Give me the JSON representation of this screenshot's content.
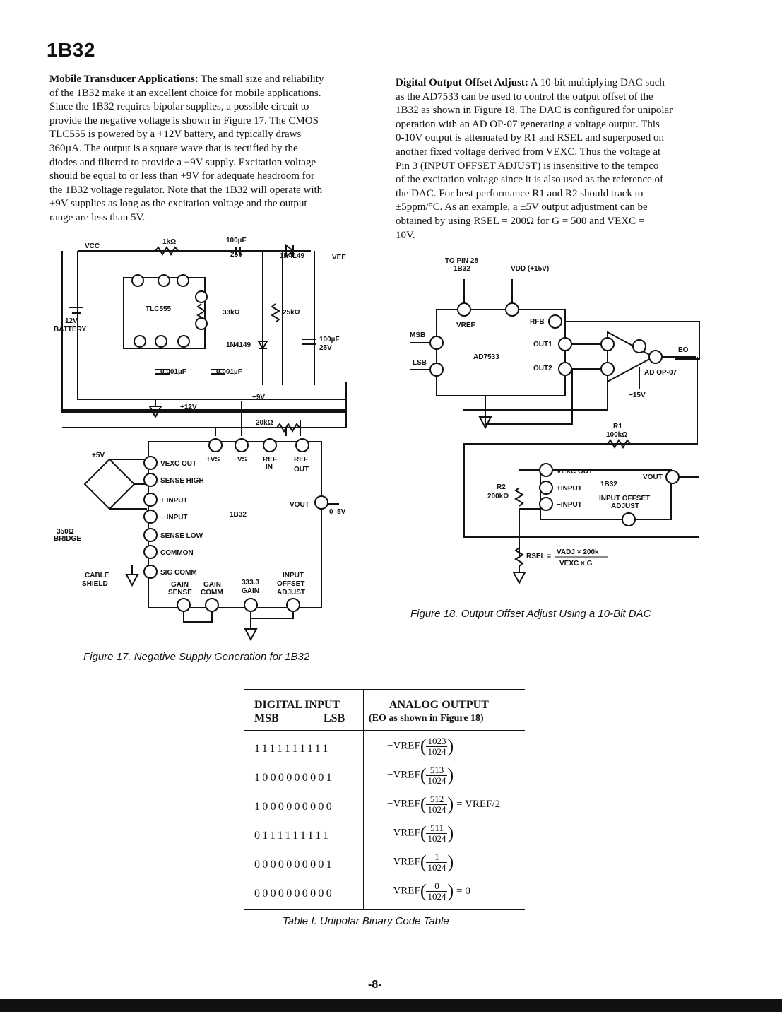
{
  "header": {
    "part_number": "1B32"
  },
  "left_column": {
    "heading": "Mobile Transducer Applications:",
    "lines": [
      " The small size and reliability",
      "of the 1B32 make it an excellent choice for mobile applications.",
      "Since the 1B32 requires bipolar supplies, a possible circuit to",
      "provide the negative voltage is shown in Figure 17. The CMOS",
      "TLC555 is powered by a +12V battery, and typically draws",
      "360µA. The output is a square wave that is rectified by the",
      "diodes and filtered to provide a −9V supply. Excitation voltage",
      "should be equal to or less than +9V for adequate headroom for",
      "the 1B32 voltage regulator. Note that the 1B32 will operate with",
      "±9V supplies as long as the excitation voltage and the output",
      "range are less than 5V."
    ]
  },
  "right_column": {
    "heading": "Digital Output Offset Adjust:",
    "lines": [
      " A 10-bit multiplying DAC such",
      "as the AD7533 can be used to control the output offset of the",
      "1B32 as shown in Figure 18. The DAC is configured for unipolar",
      "operation with an AD OP-07 generating a voltage output. This",
      "0-10V output is attenuated by R1 and RSEL and superposed on",
      "another fixed voltage derived from VEXC. Thus the voltage at",
      "Pin 3 (INPUT OFFSET ADJUST) is insensitive to the tempco",
      "of the excitation voltage since it is also used as the reference of",
      "the DAC. For best performance R1 and R2 should track to",
      "±5ppm/°C. As an example, a ±5V output adjustment can be",
      "obtained by using RSEL = 200Ω for G = 500 and VEXC =",
      "10V."
    ]
  },
  "figure17": {
    "caption": "Figure 17. Negative Supply Generation for 1B32",
    "labels": {
      "vcc": "VCC",
      "r1k": "1kΩ",
      "cap100": "100µF",
      "cap100v": "25V",
      "diode1": "1N4149",
      "vee": "VEE",
      "tlc": "TLC555",
      "r33k": "33kΩ",
      "r25k": "25kΩ",
      "battery": "12V",
      "battery2": "BATTERY",
      "diode2": "1N4149",
      "cap100b": "100µF",
      "cap100bv": "25V",
      "c001a": "0.001µF",
      "c001b": "0.001µF",
      "p12v": "+12V",
      "m9v": "−9V",
      "r20k": "20kΩ",
      "p5v": "+5V",
      "vexcout": "VEXC OUT",
      "vs_pos": "+VS",
      "vs_neg": "−VS",
      "refin": "REF",
      "refin2": "IN",
      "refout": "REF",
      "refout2": "OUT",
      "sensehigh": "SENSE HIGH",
      "plusinput": "+ INPUT",
      "minusinput": "− INPUT",
      "senselow": "SENSE LOW",
      "common": "COMMON",
      "sigcomm": "SIG COMM",
      "vout": "VOUT",
      "range": "0–5V",
      "chip": "1B32",
      "bridge": "350Ω",
      "bridge2": "BRIDGE",
      "cable": "CABLE",
      "shield": "SHIELD",
      "gainsense": "GAIN",
      "gainsense2": "SENSE",
      "gaincomm": "GAIN",
      "gaincomm2": "COMM",
      "gain333": "333.3",
      "gain333b": "GAIN",
      "ioa1": "INPUT",
      "ioa2": "OFFSET",
      "ioa3": "ADJUST"
    }
  },
  "figure18": {
    "caption": "Figure 18. Output Offset Adjust Using a 10-Bit DAC",
    "labels": {
      "topin": "TO PIN 28",
      "topin2": "1B32",
      "vdd": "VDD (+15V)",
      "vref": "VREF",
      "rfb": "RFB",
      "msb": "MSB",
      "lsb": "LSB",
      "chip": "AD7533",
      "out1": "OUT1",
      "out2": "OUT2",
      "opamp": "AD OP-07",
      "eo": "EO",
      "m15v": "−15V",
      "r1": "R1",
      "r1v": "100kΩ",
      "r2": "R2",
      "r2v": "200kΩ",
      "vexcout": "VEXC OUT",
      "plusinput": "+INPUT",
      "minusinput": "−INPUT",
      "chip2": "1B32",
      "vout": "VOUT",
      "ioa1": "INPUT OFFSET",
      "ioa2": "ADJUST",
      "rsel": "RSEL =",
      "formula_num": "VADJ × 200k",
      "formula_den": "VEXC × G"
    }
  },
  "table": {
    "caption": "Table I. Unipolar Binary Code Table",
    "col1_title": "DIGITAL INPUT",
    "col1_msb": "MSB",
    "col1_lsb": "LSB",
    "col2_title": "ANALOG OUTPUT",
    "col2_sub": "(EO as shown in Figure 18)",
    "rows": [
      {
        "input": "1111111111",
        "prefix": "−VREF",
        "num": "1023",
        "den": "1024",
        "suffix": ""
      },
      {
        "input": "1000000001",
        "prefix": "−VREF",
        "num": "513",
        "den": "1024",
        "suffix": ""
      },
      {
        "input": "1000000000",
        "prefix": "−VREF",
        "num": "512",
        "den": "1024",
        "suffix": "= VREF/2"
      },
      {
        "input": "0111111111",
        "prefix": "−VREF",
        "num": "511",
        "den": "1024",
        "suffix": ""
      },
      {
        "input": "0000000001",
        "prefix": "−VREF",
        "num": "1",
        "den": "1024",
        "suffix": ""
      },
      {
        "input": "0000000000",
        "prefix": "−VREF",
        "num": "0",
        "den": "1024",
        "suffix": "= 0"
      }
    ]
  },
  "footer": {
    "page_number": "-8-"
  }
}
